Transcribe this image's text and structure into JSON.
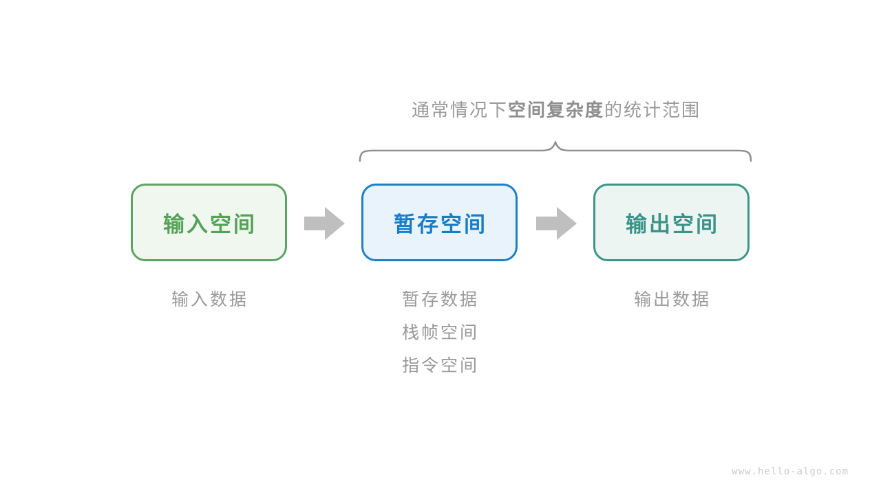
{
  "title": {
    "prefix": "通常情况下",
    "highlight": "空间复杂度",
    "suffix": "的统计范围"
  },
  "boxes": [
    {
      "label": "输入空间"
    },
    {
      "label": "暂存空间"
    },
    {
      "label": "输出空间"
    }
  ],
  "notes": {
    "input": [
      "输入数据"
    ],
    "temp": [
      "暂存数据",
      "栈帧空间",
      "指令空间"
    ],
    "output": [
      "输出数据"
    ]
  },
  "watermark": "www.hello-algo.com",
  "colors": {
    "green_border": "#5da361",
    "green_fill": "#f0f7ef",
    "green_text": "#55a157",
    "blue_border": "#1d80c6",
    "blue_fill": "#e9f3fb",
    "blue_text": "#177dc6",
    "teal_border": "#3e9488",
    "teal_fill": "#ecf5f2",
    "teal_text": "#3a9386",
    "gray_text": "#999999",
    "gray_text_bold": "#8e8e8e",
    "arrow": "#bfbfbf",
    "brace": "#8f8f8f",
    "watermark": "#cccccc"
  }
}
